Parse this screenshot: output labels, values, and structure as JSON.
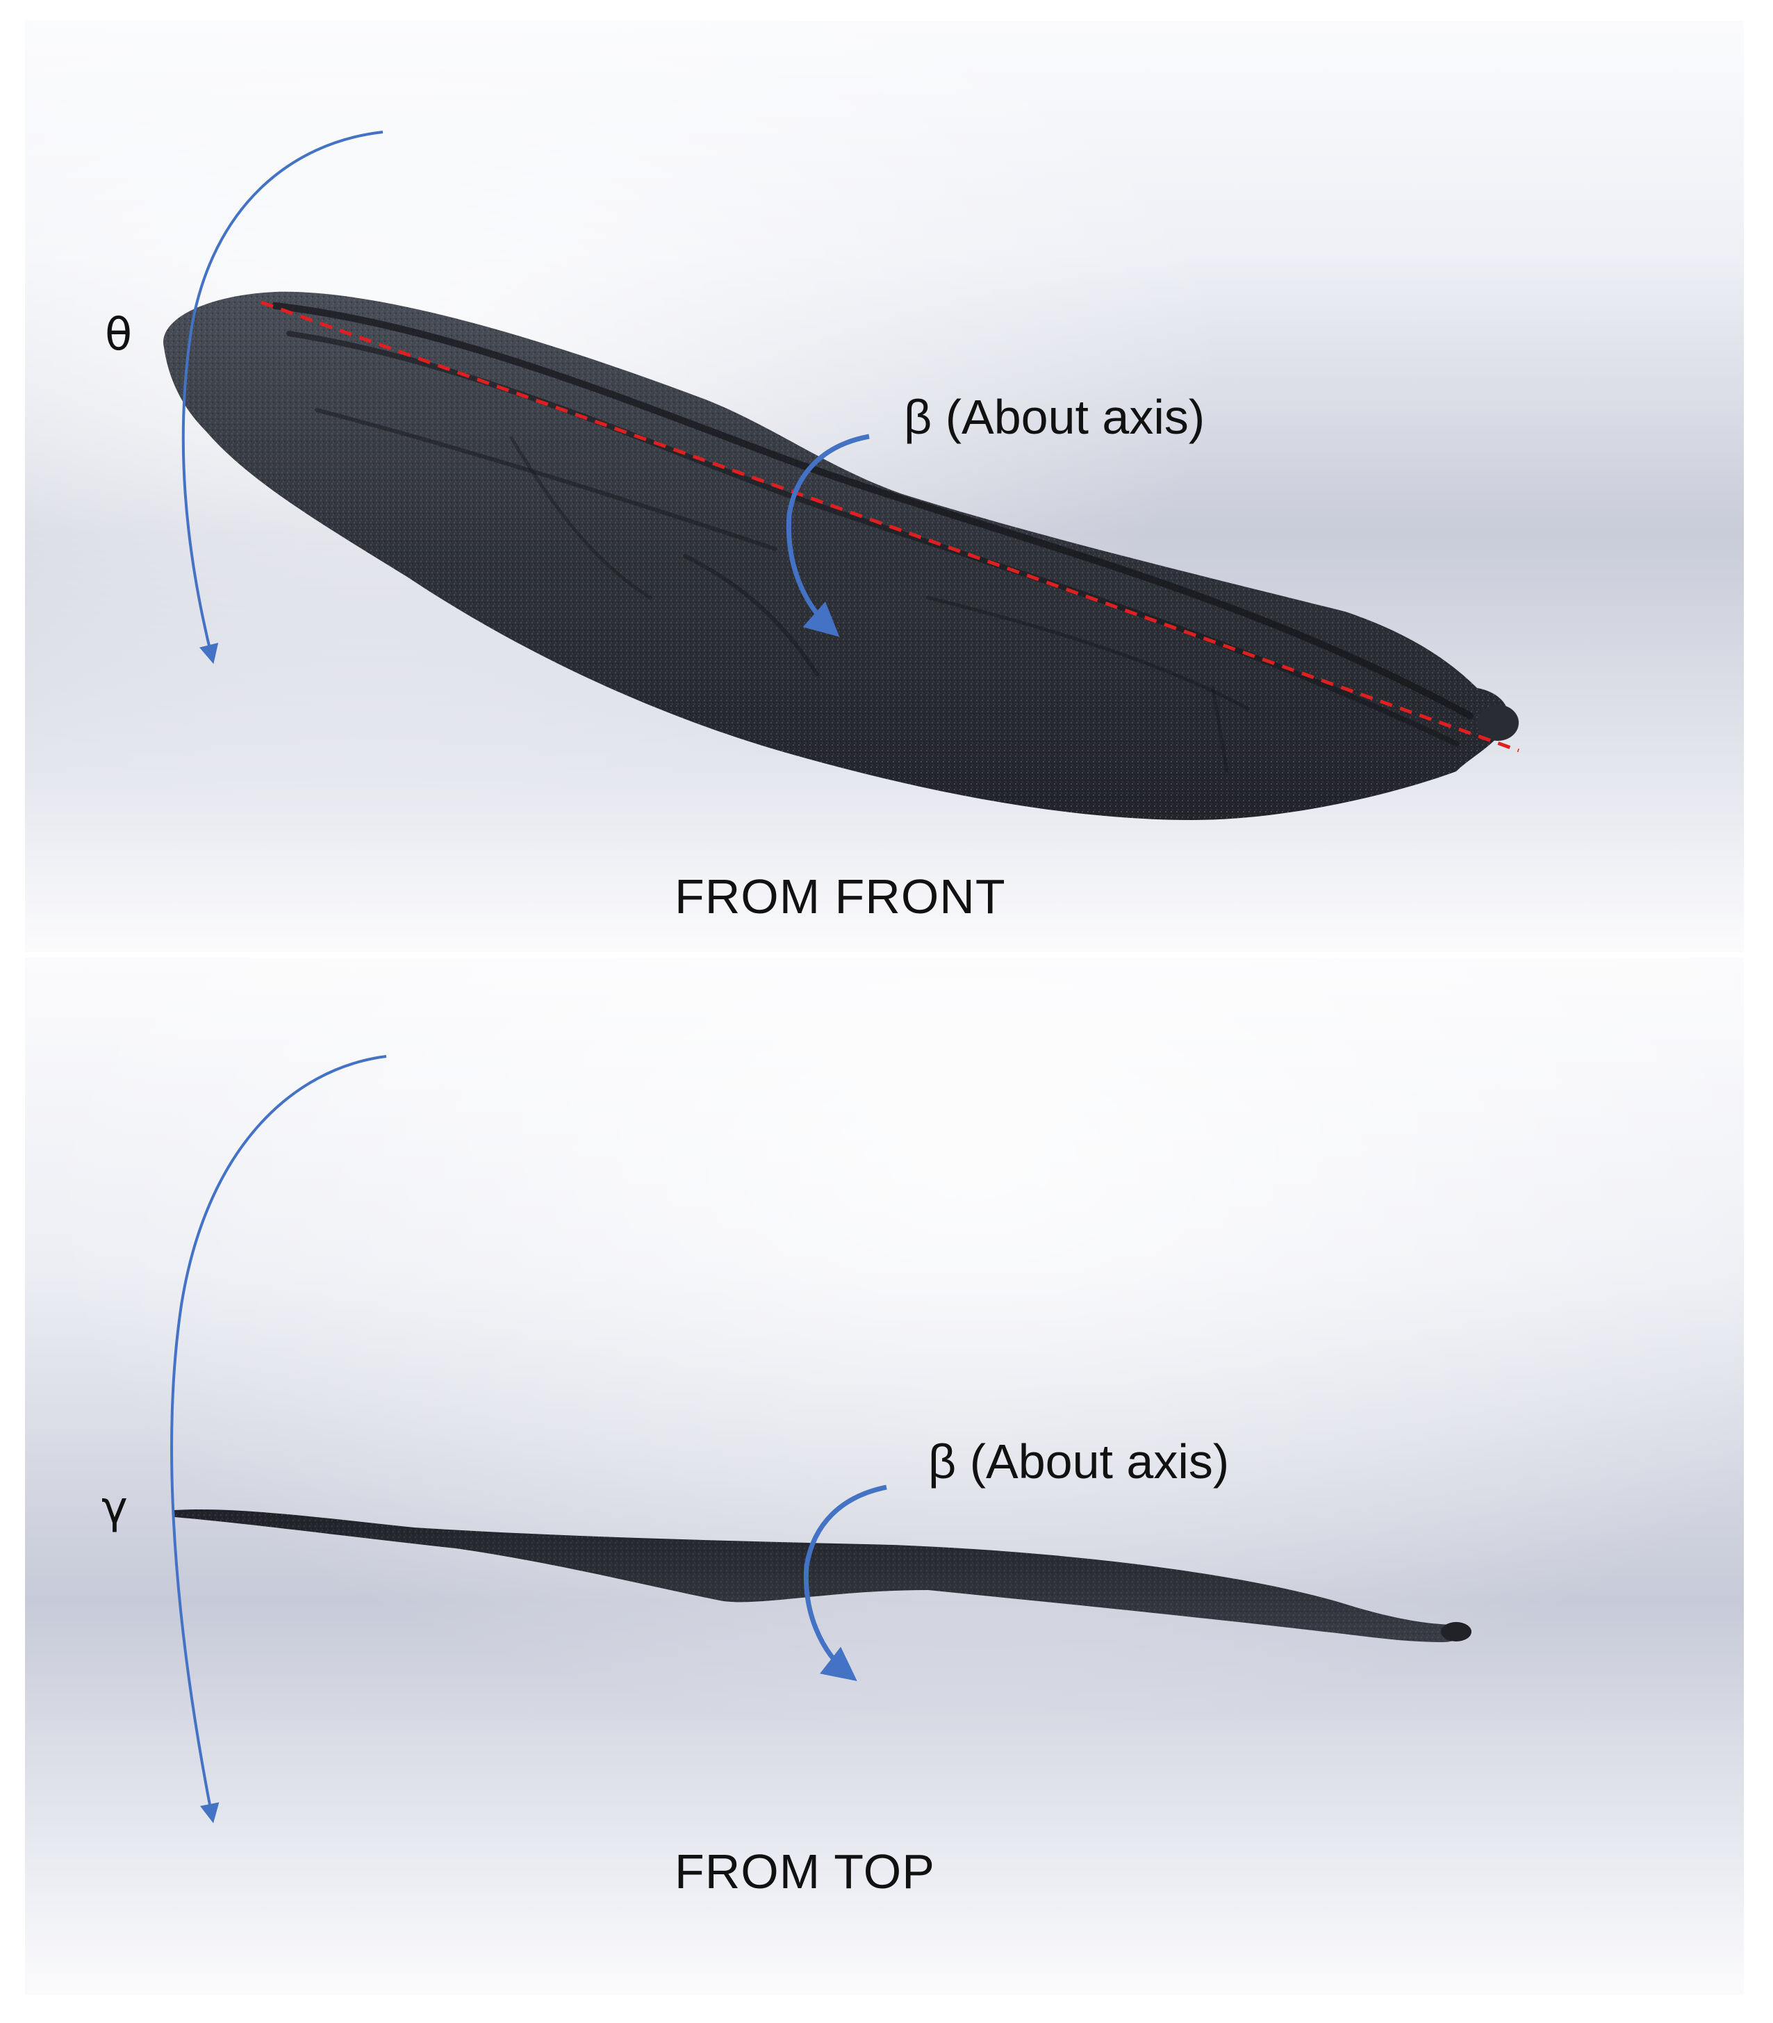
{
  "panels": [
    {
      "id": "front",
      "caption": "FROM FRONT",
      "angle_symbol": "θ",
      "rotation_label": "β (About axis)"
    },
    {
      "id": "top",
      "caption": "FROM TOP",
      "angle_symbol": "γ",
      "rotation_label": "β (About axis)"
    }
  ],
  "colors": {
    "arrow": "#4472C4",
    "axis_line": "#E02020",
    "wing": "#2E3139",
    "background_light": "#F4F5F9",
    "background_shade": "#C9CBD8"
  }
}
